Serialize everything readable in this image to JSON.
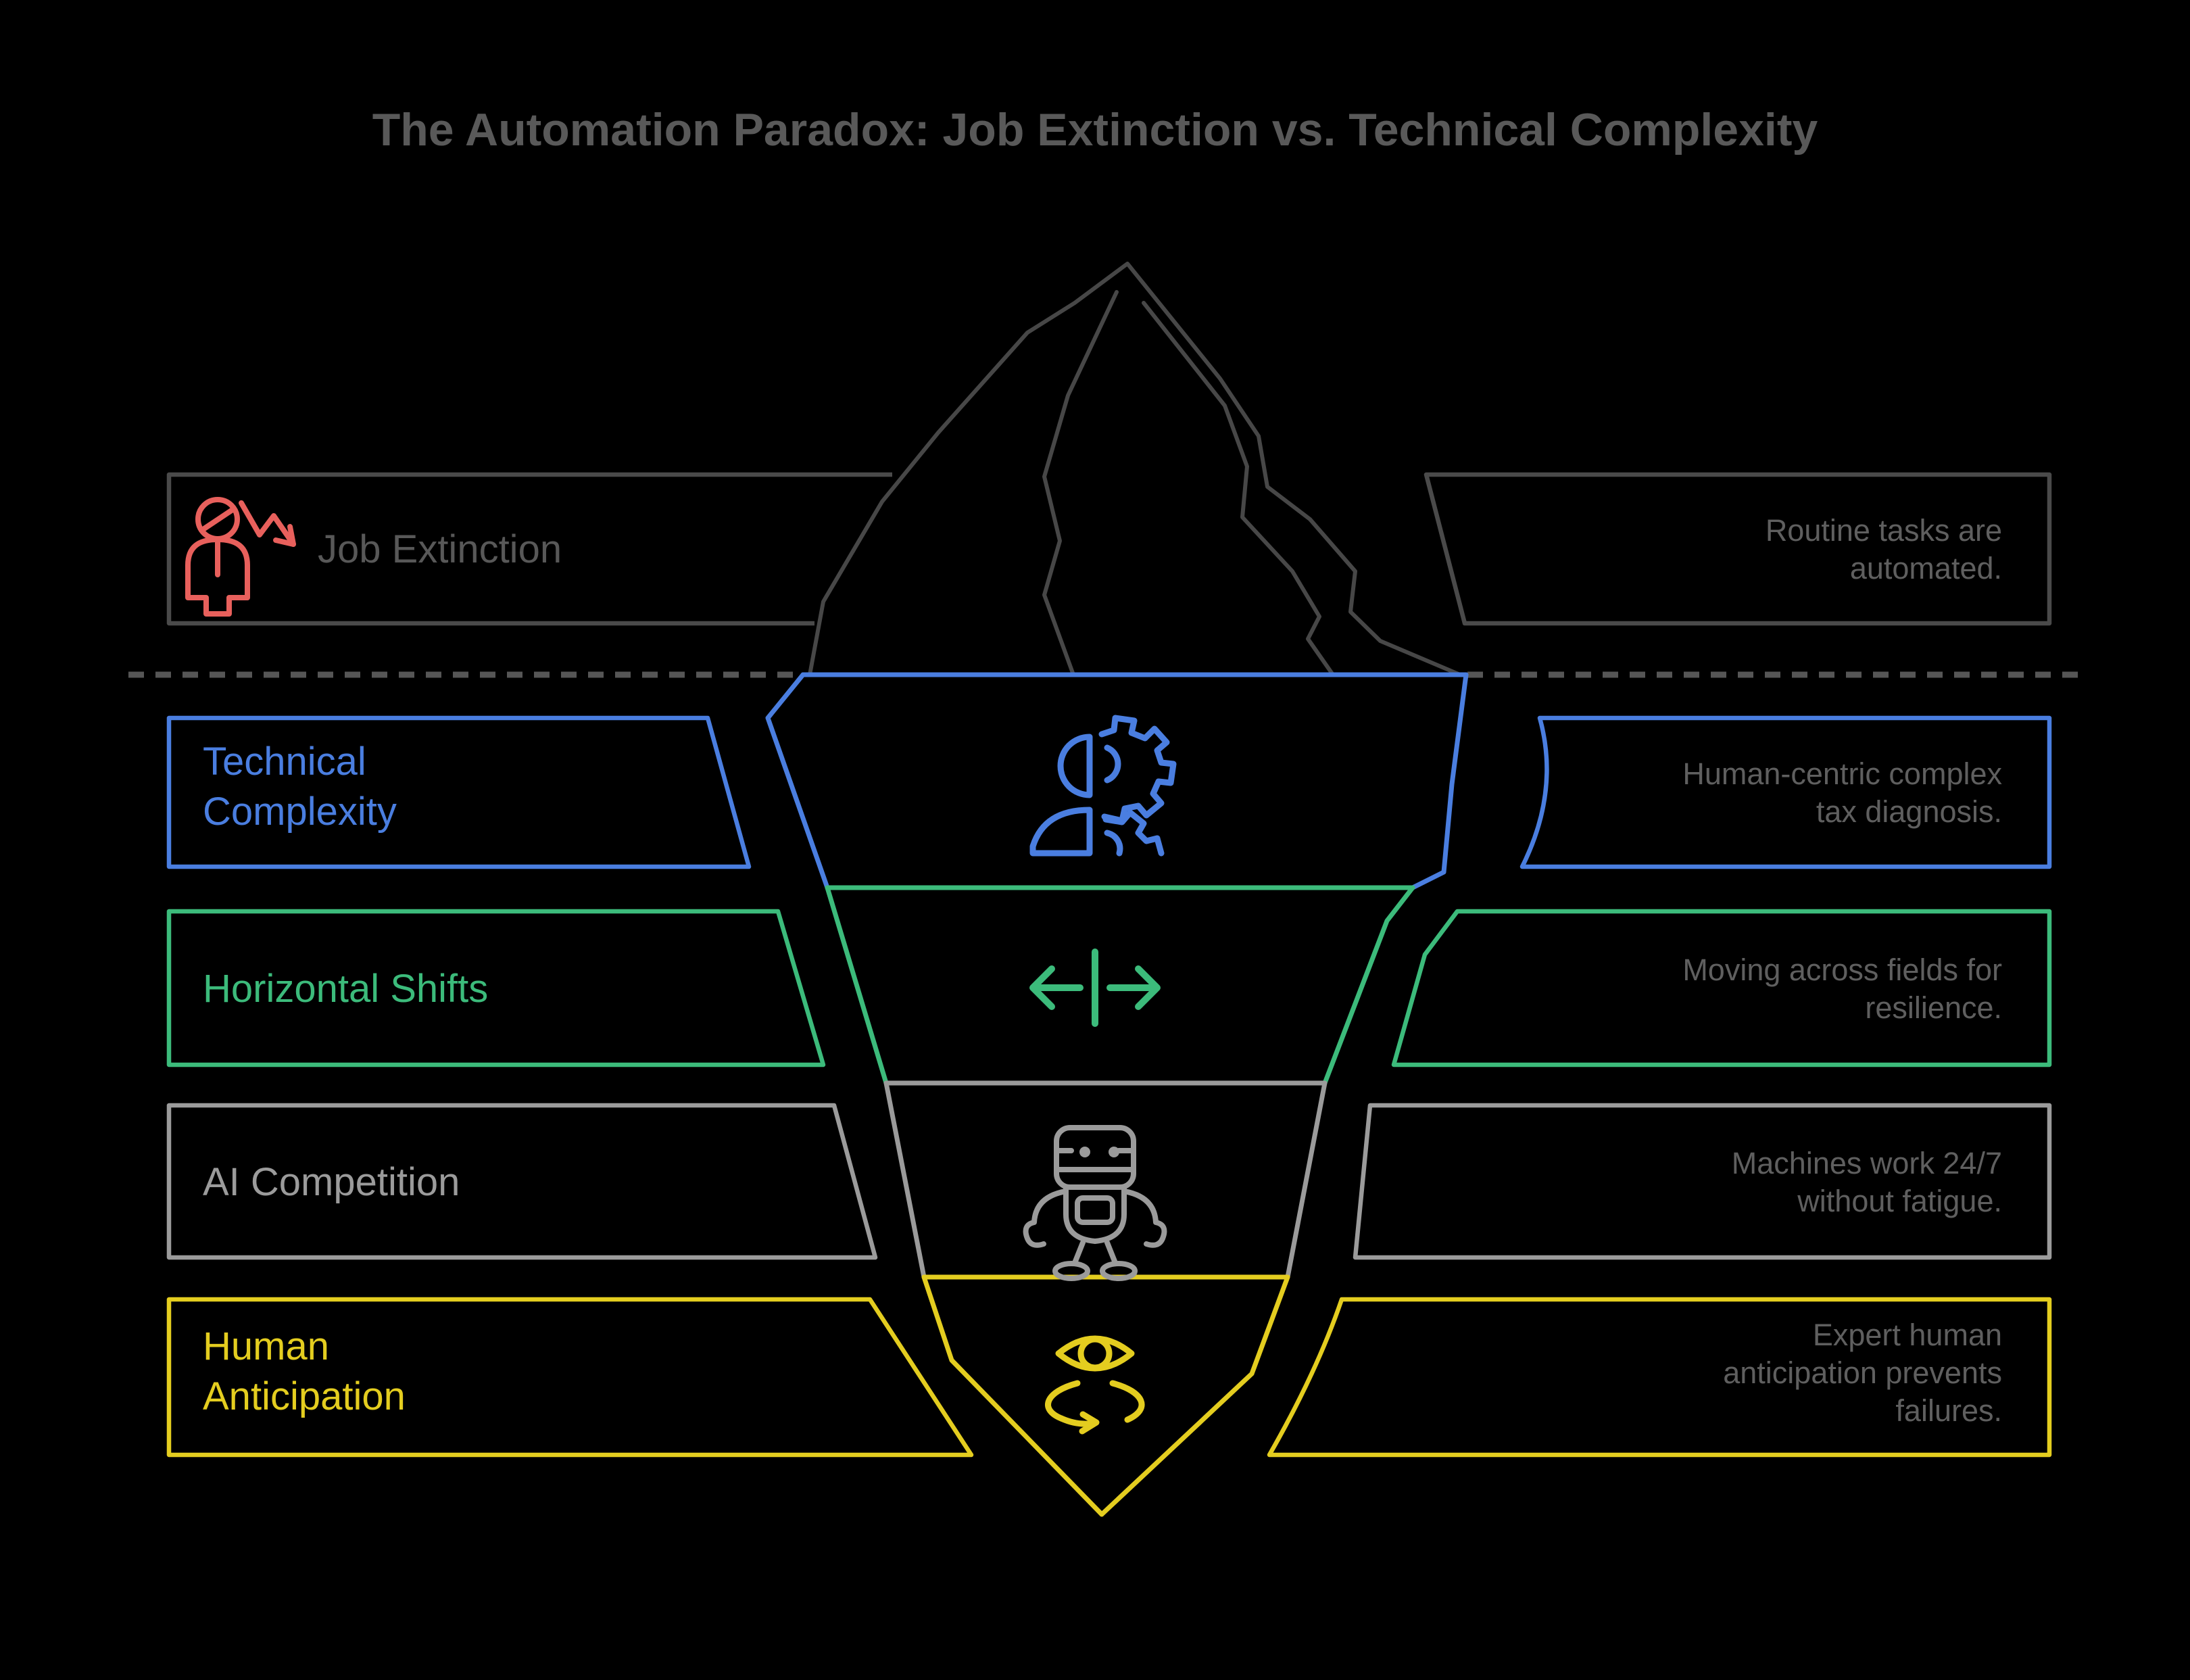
{
  "title": "The Automation Paradox: Job Extinction vs. Technical Complexity",
  "colors": {
    "background": "#000000",
    "title": "#595959",
    "desc_text": "#5f5f5f",
    "waterline_dash": "#565656",
    "iceberg_outline": "#474747",
    "blue": "#4a7ee0",
    "green": "#3cbb7b",
    "gray": "#9b9b9b",
    "yellow": "#e4cd1f",
    "red": "#e8605c",
    "dark_gray": "#4a4a4a"
  },
  "rows": [
    {
      "id": "job-extinction",
      "label_lines": [
        "Job Extinction"
      ],
      "desc_lines": [
        "Routine tasks are",
        "automated."
      ],
      "box_color": "#4a4a4a",
      "label_color": "#585858",
      "icon": "person-decline-icon"
    },
    {
      "id": "technical-complexity",
      "label_lines": [
        "Technical",
        "Complexity"
      ],
      "desc_lines": [
        "Human-centric complex",
        "tax diagnosis."
      ],
      "box_color": "#4a7ee0",
      "label_color": "#4a7ee0",
      "icon": "human-gear-icon"
    },
    {
      "id": "horizontal-shifts",
      "label_lines": [
        "Horizontal Shifts"
      ],
      "desc_lines": [
        "Moving across fields for",
        "resilience."
      ],
      "box_color": "#3cbb7b",
      "label_color": "#3cbb7b",
      "icon": "left-right-arrows-icon"
    },
    {
      "id": "ai-competition",
      "label_lines": [
        "AI Competition"
      ],
      "desc_lines": [
        "Machines work 24/7",
        "without fatigue."
      ],
      "box_color": "#9b9b9b",
      "label_color": "#9b9b9b",
      "icon": "robot-icon"
    },
    {
      "id": "human-anticipation",
      "label_lines": [
        "Human",
        "Anticipation"
      ],
      "desc_lines": [
        "Expert human",
        "anticipation prevents",
        "failures."
      ],
      "box_color": "#e4cd1f",
      "label_color": "#e4cd1f",
      "icon": "eye-rotation-icon"
    }
  ]
}
